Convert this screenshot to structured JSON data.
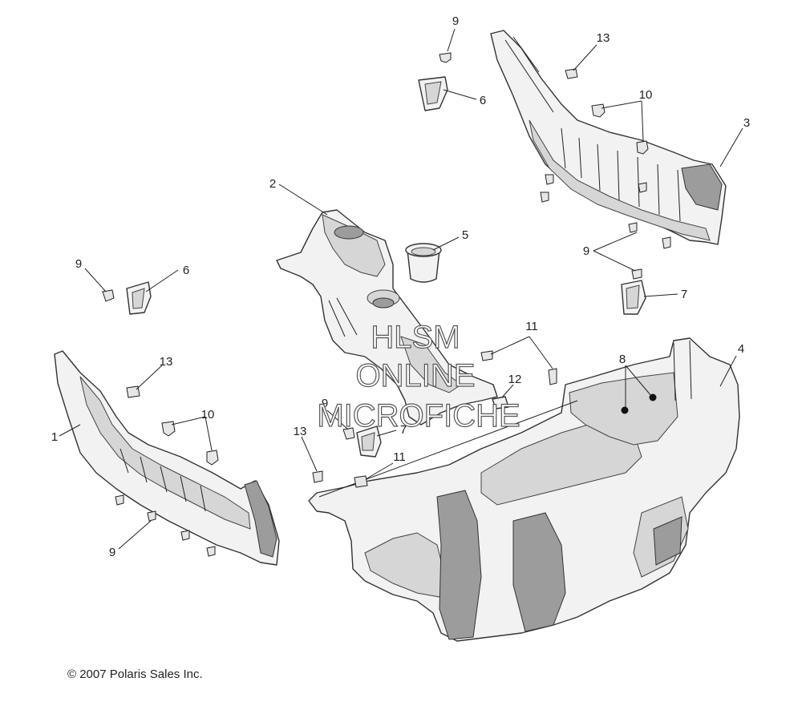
{
  "diagram": {
    "callouts": {
      "c9_top": "9",
      "c13_top": "13",
      "c6_top": "6",
      "c10_right": "10",
      "c3": "3",
      "c2": "2",
      "c5": "5",
      "c9_right": "9",
      "c9_left": "9",
      "c6_left": "6",
      "c7_right": "7",
      "c13_left": "13",
      "c11_upper": "11",
      "c4": "4",
      "c8": "8",
      "c12": "12",
      "c10_left": "10",
      "c9_center": "9",
      "c7_center": "7",
      "c1": "1",
      "c13_center": "13",
      "c11_lower": "11",
      "c9_bottom": "9"
    },
    "watermark": {
      "line1": "HLSM",
      "line2": "ONLINE",
      "line3": "MICROFICHE"
    },
    "copyright": "© 2007 Polaris Sales Inc."
  }
}
